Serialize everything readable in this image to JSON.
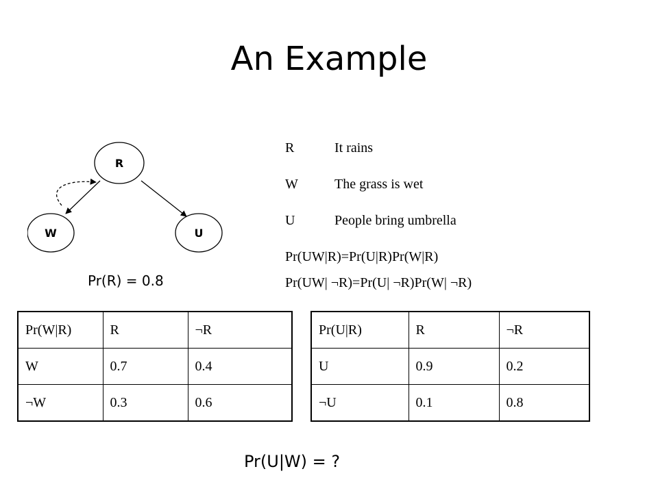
{
  "title": "An Example",
  "network": {
    "nodes": [
      "R",
      "W",
      "U"
    ]
  },
  "prior": "Pr(R) = 0.8",
  "variables": [
    {
      "symbol": "R",
      "description": "It rains"
    },
    {
      "symbol": "W",
      "description": "The grass is wet"
    },
    {
      "symbol": "U",
      "description": "People bring umbrella"
    }
  ],
  "formulas": [
    "Pr(UW|R)=Pr(U|R)Pr(W|R)",
    "Pr(UW| ¬R)=Pr(U| ¬R)Pr(W| ¬R)"
  ],
  "tables": [
    {
      "header": [
        "Pr(W|R)",
        "R",
        "¬R"
      ],
      "rows": [
        [
          "W",
          "0.7",
          "0.4"
        ],
        [
          "¬W",
          "0.3",
          "0.6"
        ]
      ]
    },
    {
      "header": [
        "Pr(U|R)",
        "R",
        "¬R"
      ],
      "rows": [
        [
          "U",
          "0.9",
          "0.2"
        ],
        [
          "¬U",
          "0.1",
          "0.8"
        ]
      ]
    }
  ],
  "question": "Pr(U|W) = ?"
}
